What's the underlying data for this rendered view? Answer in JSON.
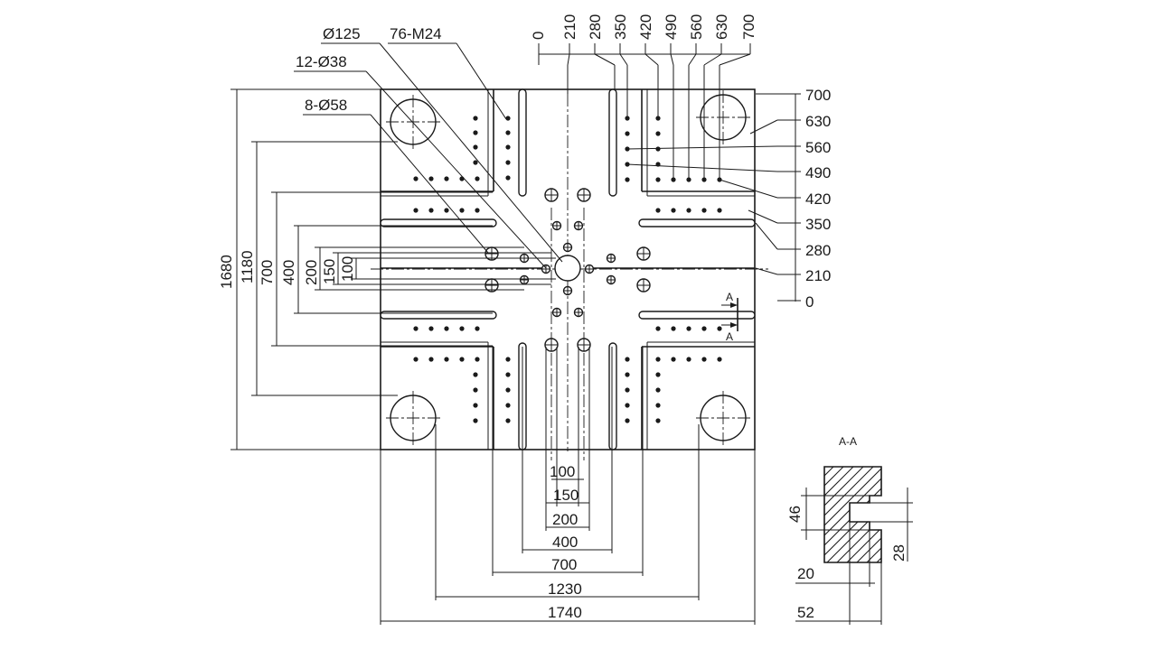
{
  "drawing": {
    "hole_labels": {
      "center_bore": "Ø125",
      "tapped": "76-M24",
      "small_holes": "12-Ø38",
      "large_holes": "8-Ø58"
    },
    "top_scale": [
      "0",
      "210",
      "280",
      "350",
      "420",
      "490",
      "560",
      "630",
      "700"
    ],
    "right_scale": [
      "700",
      "630",
      "560",
      "490",
      "420",
      "350",
      "280",
      "210",
      "0"
    ],
    "left_dims": [
      "1680",
      "1180",
      "700",
      "400",
      "200",
      "150",
      "100"
    ],
    "bottom_dims": [
      "100",
      "150",
      "200",
      "400",
      "700",
      "1230",
      "1740"
    ],
    "section_marker": "A",
    "section_title": "A-A",
    "section_dims": {
      "height": "46",
      "slot": "28",
      "depth": "20",
      "width": "52"
    }
  }
}
